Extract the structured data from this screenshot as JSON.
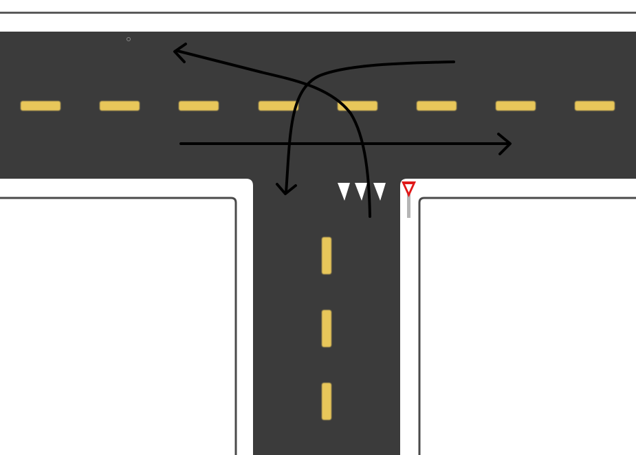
{
  "scene": {
    "type": "t-intersection",
    "colors": {
      "background": "#ffffff",
      "asphalt": "#3b3b3b",
      "curb_line": "#4a4a4a",
      "lane_dash": "#e8c75a",
      "yield_triangle_fill": "#ffffff",
      "yield_sign_border": "#e01818",
      "sign_post": "#b5b5b5",
      "arrow": "#000000"
    },
    "icons": [
      "yield-sign-icon",
      "yield-line-markings"
    ],
    "yield_markings_count": 3,
    "movements": [
      {
        "name": "through-eastbound"
      },
      {
        "name": "left-turn-from-side-road"
      },
      {
        "name": "left-turn-from-westbound"
      }
    ]
  }
}
